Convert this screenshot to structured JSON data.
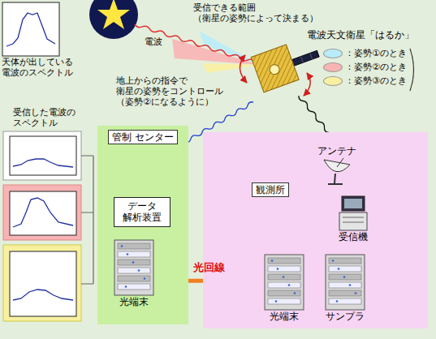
{
  "diagram": {
    "nodes": [
      {
        "text": [
          "天体が出している 電波のスペクトル"
        ]
      },
      {
        "text": [
          "管制 センター"
        ]
      },
      {
        "text": [
          "データ 解析装置"
        ],
        "in": 1
      },
      {
        "text": [
          "光端末"
        ],
        "in": 1
      },
      {
        "text": [
          "観測所"
        ]
      },
      {
        "text": [
          "アンテナ"
        ],
        "in": 4
      },
      {
        "text": [
          "受信機"
        ],
        "in": 4
      },
      {
        "text": [
          "サンプラ"
        ],
        "in": 4
      },
      {
        "text": [
          "光端末"
        ],
        "in": 4
      }
    ],
    "edges": [
      {
        "from": 3,
        "to": 2,
        "arrow": "to"
      },
      {
        "from": 8,
        "to": 3,
        "label": "光回線",
        "arrow": "to"
      },
      {
        "from": 5,
        "to": 6,
        "arrow": "to"
      },
      {
        "from": 6,
        "to": 7,
        "arrow": "to"
      },
      {
        "from": 7,
        "to": 8,
        "arrow": "to"
      }
    ],
    "labels": [
      "受信できる範囲 （衛星の姿勢によって決まる）",
      "電波",
      "電波天文衛星「はるか」",
      "地上からの指令で 衛星の姿勢をコントロール （姿勢②になるように）",
      "受信した電波の スペクトル"
    ],
    "legend": [
      {
        "text": "：姿勢①のとき",
        "color": "#b8ecf8"
      },
      {
        "text": "：姿勢②のとき",
        "color": "#f8b4b4"
      },
      {
        "text": "：姿勢③のとき",
        "color": "#f8f0a0"
      }
    ]
  }
}
